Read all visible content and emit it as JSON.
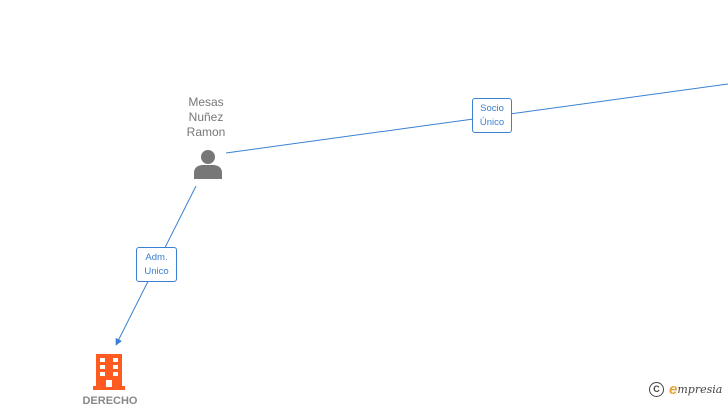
{
  "person": {
    "name_lines": [
      "Mesas",
      "Nuñez",
      "Ramon"
    ],
    "icon": "person-icon"
  },
  "company": {
    "name": "DERECHO",
    "icon": "building-icon",
    "color": "#ff5a1f"
  },
  "edges": [
    {
      "id": "socio",
      "label_lines": [
        "Socio",
        "Único"
      ]
    },
    {
      "id": "adm",
      "label_lines": [
        "Adm.",
        "Unico"
      ]
    }
  ],
  "colors": {
    "edge": "#3a80d2",
    "person_icon": "#777777"
  },
  "brand": {
    "copyright_symbol": "C",
    "name_initial": "e",
    "name_rest": "mpresia"
  }
}
